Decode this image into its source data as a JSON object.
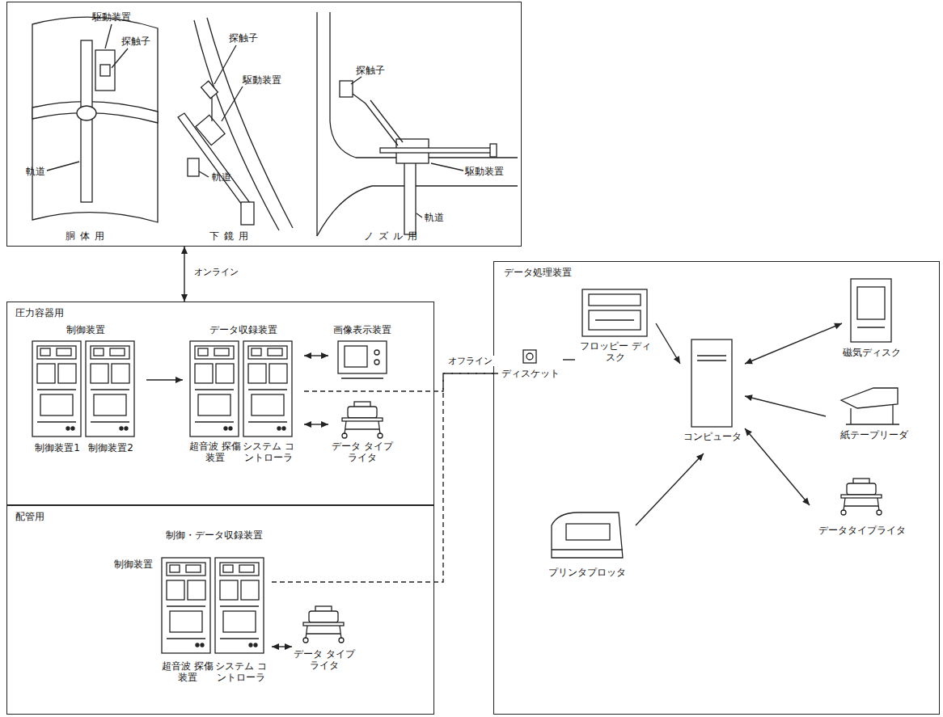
{
  "diagram": {
    "nodes": [
      {
        "text": []
      },
      {
        "text": [
          "胴体用"
        ],
        "in": 0
      },
      {
        "text": [
          "下鏡用"
        ],
        "in": 0
      },
      {
        "text": [
          "ノズル用"
        ],
        "in": 0
      },
      {
        "text": [
          "圧力容器用"
        ]
      },
      {
        "text": [
          "制御装置",
          "制御装置1",
          "制御装置2"
        ],
        "in": 4
      },
      {
        "text": [
          "データ収録装置",
          "超音波 探傷装置",
          "システム コントローラ"
        ],
        "in": 4
      },
      {
        "text": [
          "画像表示装置"
        ],
        "in": 4
      },
      {
        "text": [
          "データ タイプライタ"
        ],
        "in": 4
      },
      {
        "text": [
          "配管用"
        ]
      },
      {
        "text": [
          "制御・データ収録装置",
          "制御装置",
          "超音波 探傷装置",
          "システム コントローラ"
        ],
        "in": 9
      },
      {
        "text": [
          "データ タイプライタ"
        ],
        "in": 9
      },
      {
        "text": [
          "データ処理装置"
        ]
      },
      {
        "text": [
          "ディスケット"
        ],
        "in": 12
      },
      {
        "text": [
          "フロッピー ディスク"
        ],
        "in": 12
      },
      {
        "text": [
          "コンピュータ"
        ],
        "in": 12
      },
      {
        "text": [
          "磁気ディスク"
        ],
        "in": 12
      },
      {
        "text": [
          "紙テープリーダ"
        ],
        "in": 12
      },
      {
        "text": [
          "データタイプライタ"
        ],
        "in": 12
      },
      {
        "text": [
          "プリンタプロッタ"
        ],
        "in": 12
      }
    ],
    "edges": [
      {
        "from": 0,
        "to": 4,
        "label": "オンライン",
        "arrow": "both"
      },
      {
        "from": 5,
        "to": 6,
        "arrow": "to"
      },
      {
        "from": 6,
        "to": 7,
        "arrow": "both"
      },
      {
        "from": 6,
        "to": 8,
        "arrow": "both"
      },
      {
        "from": 6,
        "to": 13,
        "label": "オフライン",
        "arrow": "none"
      },
      {
        "from": 10,
        "to": 13,
        "arrow": "none"
      },
      {
        "from": 10,
        "to": 11,
        "arrow": "both"
      },
      {
        "from": 13,
        "to": 14,
        "arrow": "none"
      },
      {
        "from": 14,
        "to": 15,
        "arrow": "to"
      },
      {
        "from": 15,
        "to": 16,
        "arrow": "both"
      },
      {
        "from": 17,
        "to": 15,
        "arrow": "to"
      },
      {
        "from": 15,
        "to": 18,
        "arrow": "both"
      },
      {
        "from": 19,
        "to": 15,
        "arrow": "to"
      }
    ],
    "labels": [
      "駆動装置",
      "探触子",
      "軌道",
      "探触子",
      "駆動装置",
      "軌道",
      "探触子",
      "駆動装置",
      "軌道"
    ]
  }
}
